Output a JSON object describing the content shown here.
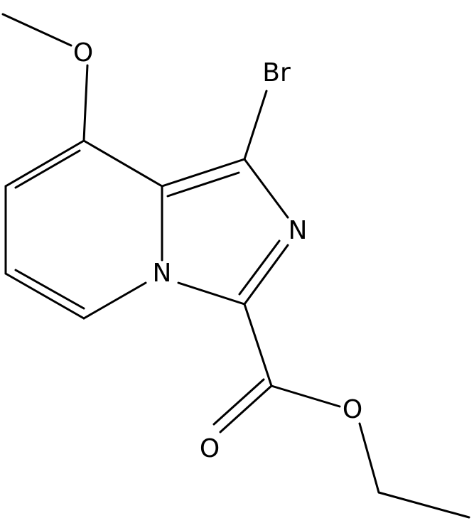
{
  "molecule": {
    "atom_labels": {
      "methoxy_oxygen": "O",
      "bromine": "Br",
      "imidazole_nitrogen": "N",
      "bridgehead_nitrogen": "N",
      "carbonyl_oxygen": "O",
      "ester_oxygen": "O"
    }
  },
  "colors": {
    "bond": "#000000",
    "label": "#000000",
    "background": "#ffffff"
  }
}
